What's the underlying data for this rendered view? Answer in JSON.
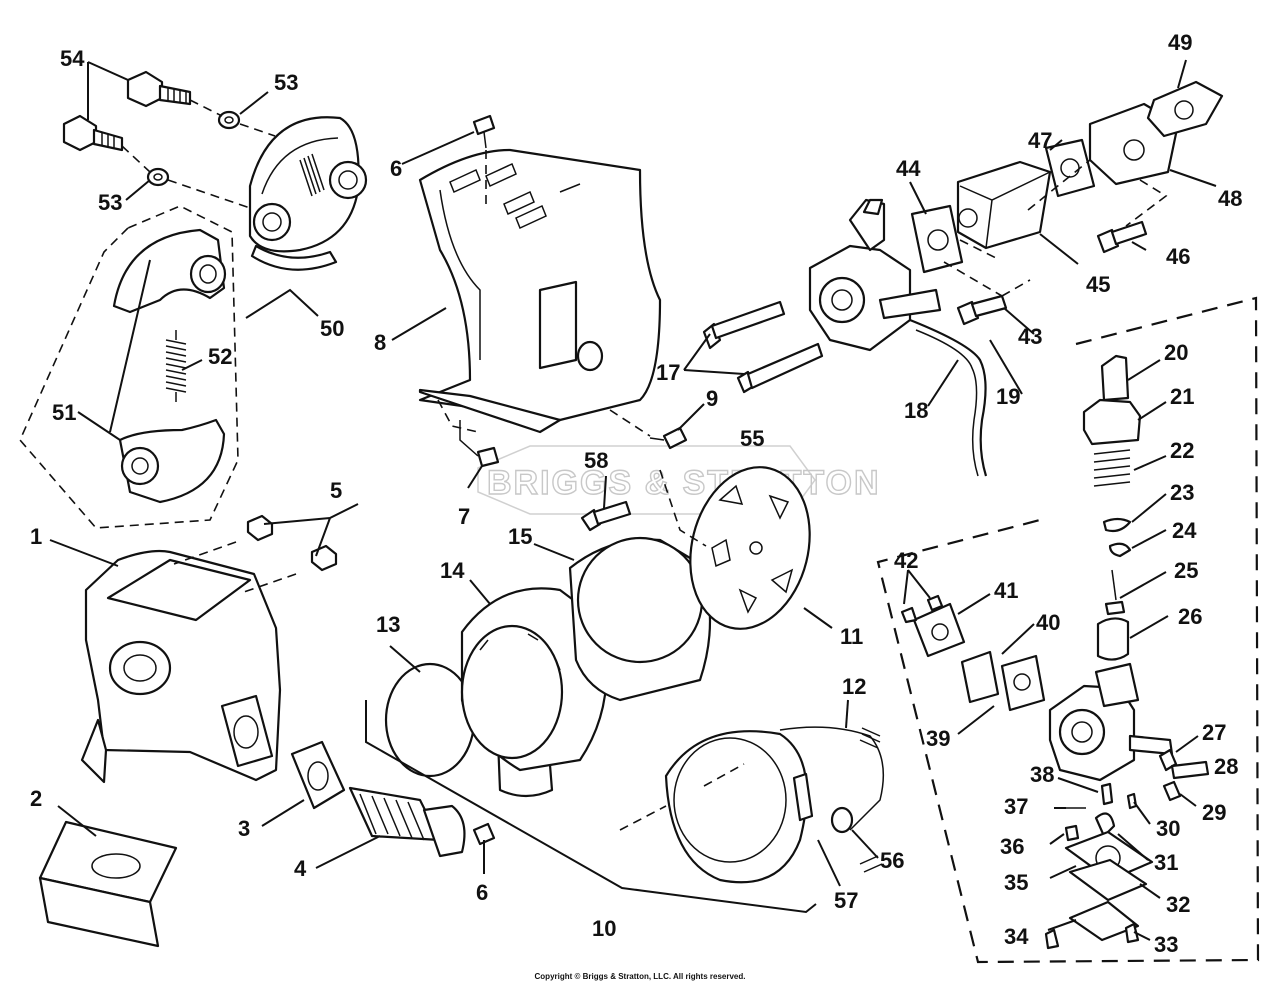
{
  "watermark": "BRIGGS & STRATTON",
  "copyright": "Copyright © Briggs & Stratton, LLC. All rights reserved.",
  "labels": {
    "l1": "1",
    "l2": "2",
    "l3": "3",
    "l4": "4",
    "l5": "5",
    "l6a": "6",
    "l6b": "6",
    "l7": "7",
    "l8": "8",
    "l9": "9",
    "l10": "10",
    "l11": "11",
    "l12": "12",
    "l13": "13",
    "l14": "14",
    "l15": "15",
    "l17": "17",
    "l18": "18",
    "l19": "19",
    "l20": "20",
    "l21": "21",
    "l22": "22",
    "l23": "23",
    "l24": "24",
    "l25": "25",
    "l26": "26",
    "l27": "27",
    "l28": "28",
    "l29": "29",
    "l30": "30",
    "l31": "31",
    "l32": "32",
    "l33": "33",
    "l34": "34",
    "l35": "35",
    "l36": "36",
    "l37": "37",
    "l38": "38",
    "l39": "39",
    "l40": "40",
    "l41": "41",
    "l42": "42",
    "l43": "43",
    "l44": "44",
    "l45": "45",
    "l46": "46",
    "l47": "47",
    "l48": "48",
    "l49": "49",
    "l50": "50",
    "l51": "51",
    "l52": "52",
    "l53a": "53",
    "l53b": "53",
    "l54": "54",
    "l55": "55",
    "l56": "56",
    "l57": "57",
    "l58": "58"
  }
}
